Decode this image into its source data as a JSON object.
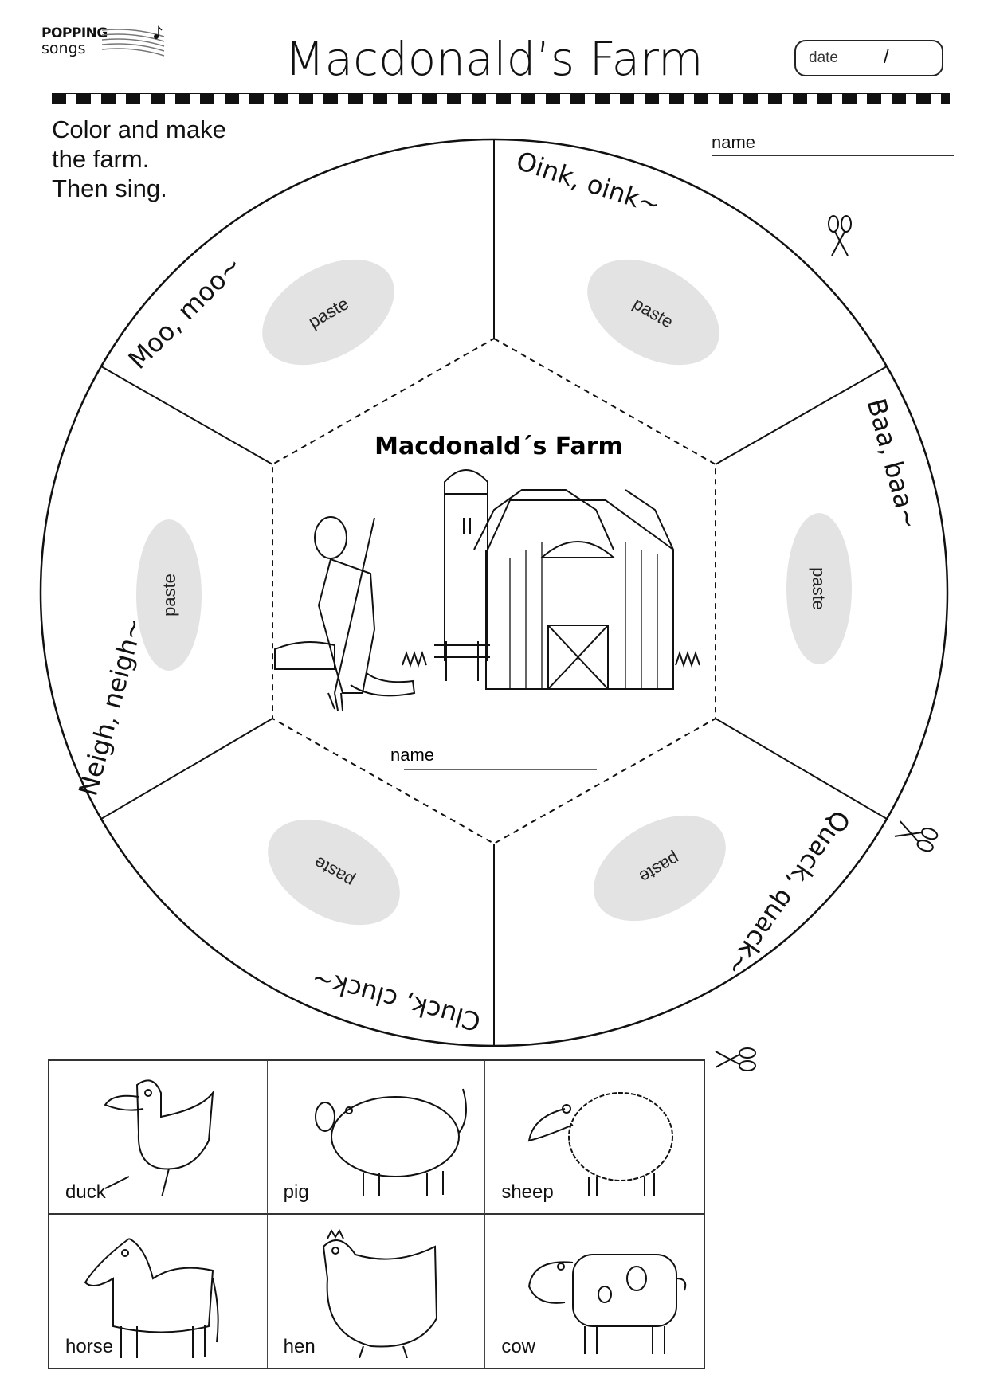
{
  "header": {
    "logo_top": "POPPING",
    "logo_bottom": "songs",
    "title": "Macdonald’s Farm",
    "date_label": "date",
    "date_slash": "/"
  },
  "instructions": [
    "Color and make",
    "the farm.",
    "Then sing."
  ],
  "name_label": "name",
  "wheel": {
    "center_title": "Macdonald´s Farm",
    "center_name_label": "name",
    "paste_label": "paste",
    "sounds": [
      "Oink, oink~",
      "Baa, baa~",
      "Quack, quack~",
      "Cluck, cluck~",
      "Neigh, neigh~",
      "Moo, moo~"
    ]
  },
  "cards": [
    {
      "label": "duck",
      "icon": "duck"
    },
    {
      "label": "pig",
      "icon": "pig"
    },
    {
      "label": "sheep",
      "icon": "sheep"
    },
    {
      "label": "horse",
      "icon": "horse"
    },
    {
      "label": "hen",
      "icon": "hen"
    },
    {
      "label": "cow",
      "icon": "cow"
    }
  ],
  "colors": {
    "paste_fill": "#e3e3e3",
    "line": "#111111"
  }
}
